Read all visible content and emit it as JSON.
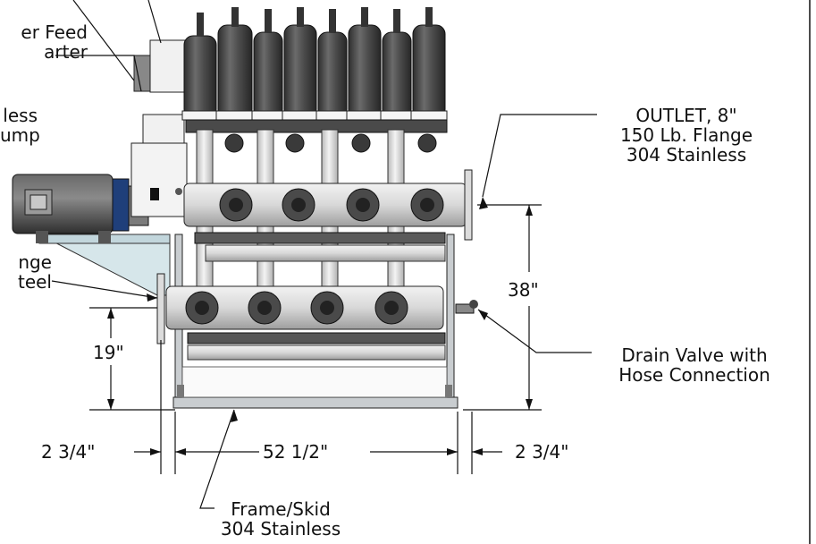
{
  "labels": {
    "feed_pump_starter": [
      "er Feed",
      "arter"
    ],
    "pump": [
      "less",
      "ump"
    ],
    "inlet": [
      "nge",
      "teel"
    ],
    "outlet": [
      "OUTLET, 8\"",
      "150 Lb. Flange",
      "304 Stainless"
    ],
    "drain": [
      "Drain Valve with",
      "Hose Connection"
    ],
    "frame": [
      "Frame/Skid",
      "304 Stainless"
    ]
  },
  "dimensions": {
    "overall_width": "52 1/2\"",
    "left_offset": "2 3/4\"",
    "right_offset": "2 3/4\"",
    "outlet_height": "38\"",
    "inlet_height": "19\""
  },
  "colors": {
    "housing_dark": "#3d3d3d",
    "housing_mid": "#5c5c5c",
    "pipe_light": "#e2e2e2",
    "frame": "#c9cdd0",
    "bracket_tint": "#d6e6ea",
    "motor_dark": "#4a4a4a",
    "coupling_blue": "#2a4c8a"
  }
}
